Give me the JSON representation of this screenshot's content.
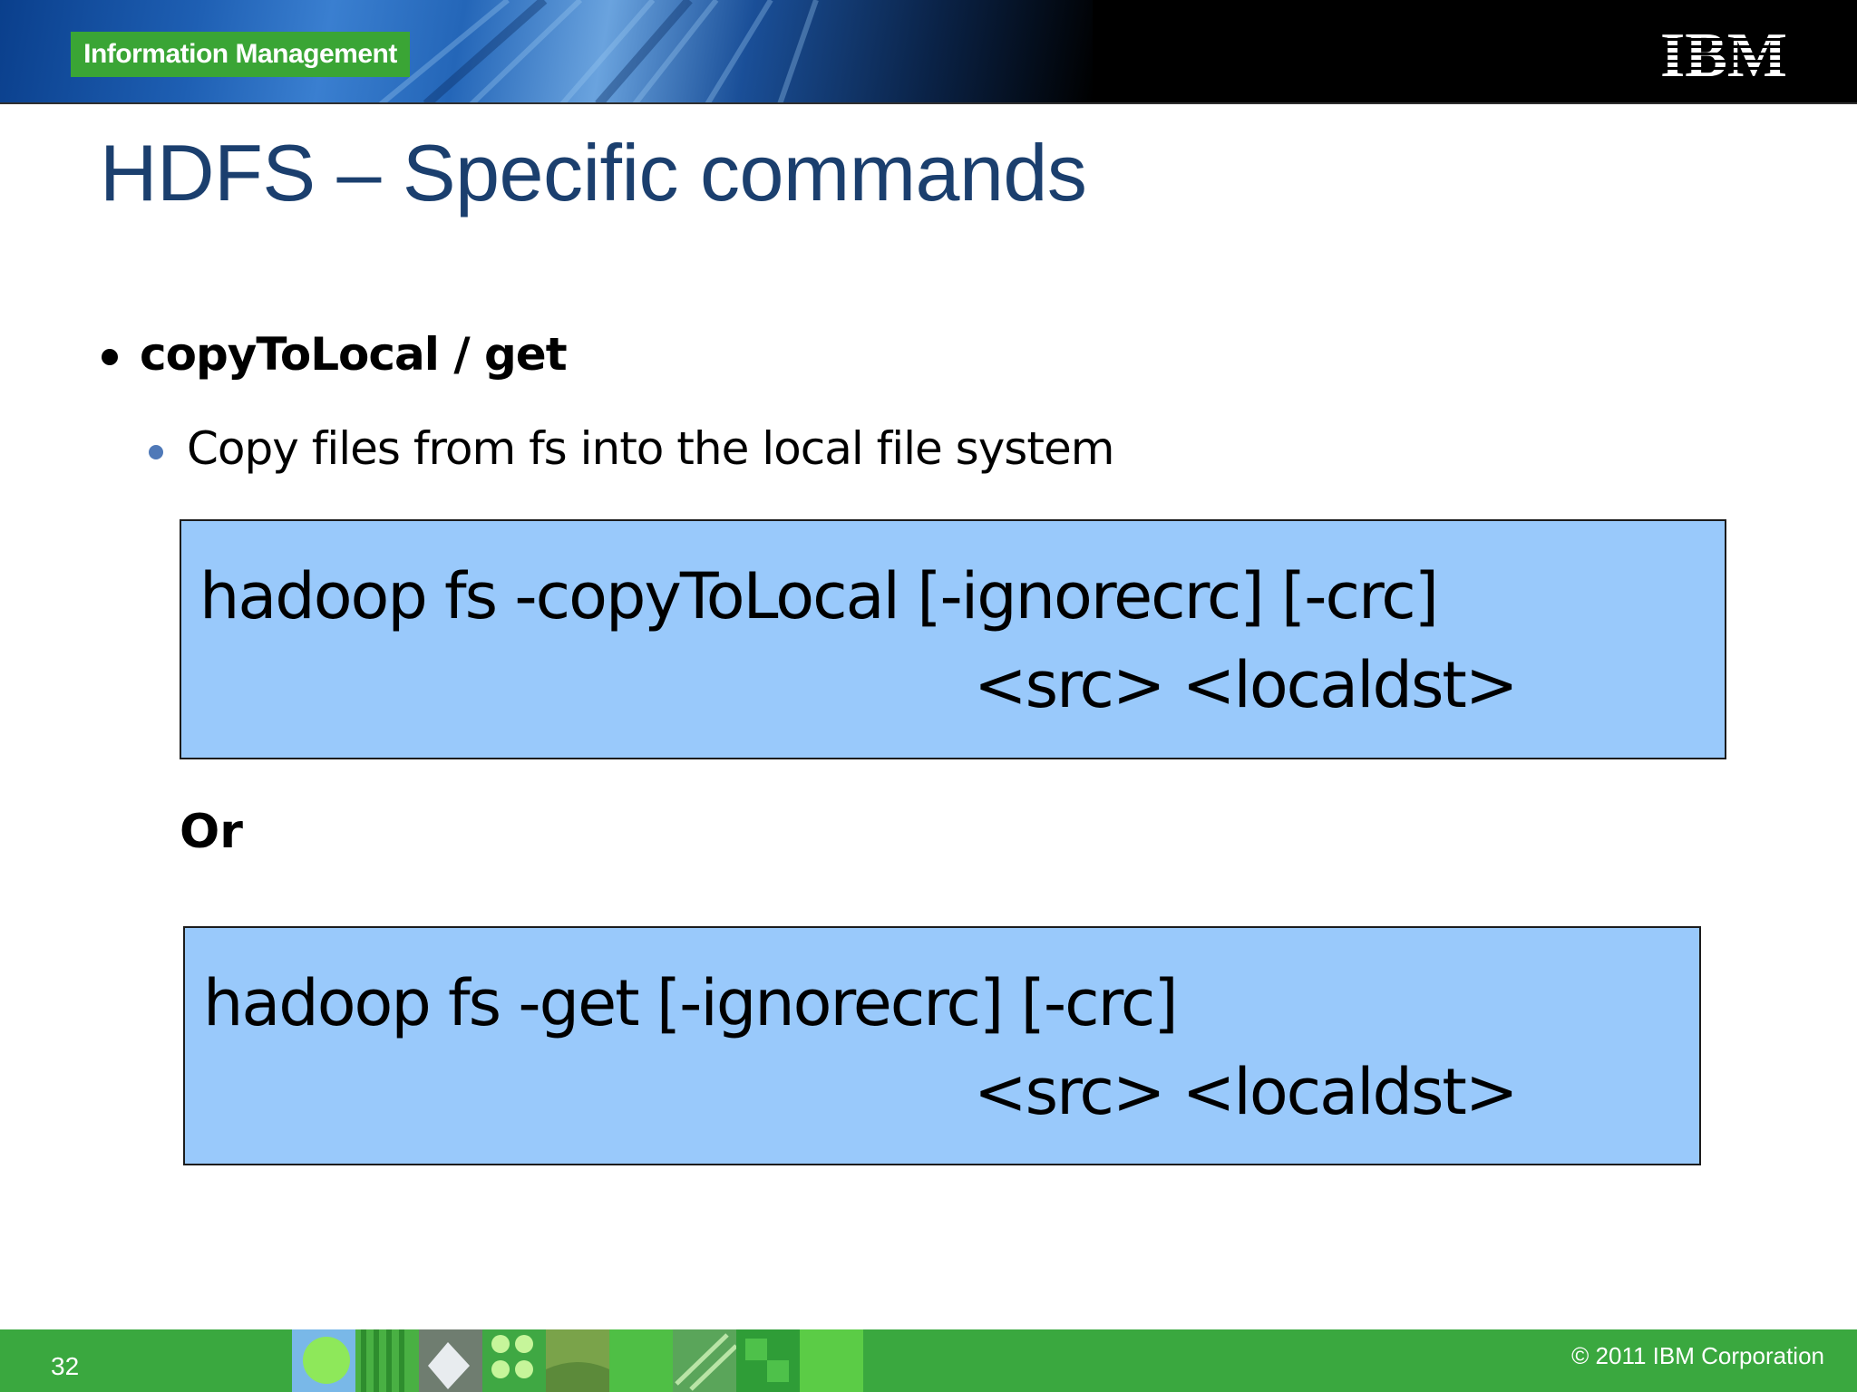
{
  "header": {
    "badge": "Information Management",
    "logo": "IBM"
  },
  "slide": {
    "title": "HDFS – Specific commands",
    "bullet1": "copyToLocal / get",
    "bullet2": "Copy files from fs into the local file system",
    "box1": {
      "line1": "hadoop fs -copyToLocal [-ignorecrc] [-crc]",
      "line2": "<src> <localdst>"
    },
    "or_label": "Or",
    "box2": {
      "line1": "hadoop fs -get [-ignorecrc] [-crc]",
      "line2": "<src> <localdst>"
    }
  },
  "footer": {
    "page_number": "32",
    "copyright": "© 2011  IBM Corporation"
  },
  "colors": {
    "title": "#1b3f6e",
    "command_box": "#99c9fb",
    "badge": "#3aa535",
    "footer": "#3aa83f"
  }
}
